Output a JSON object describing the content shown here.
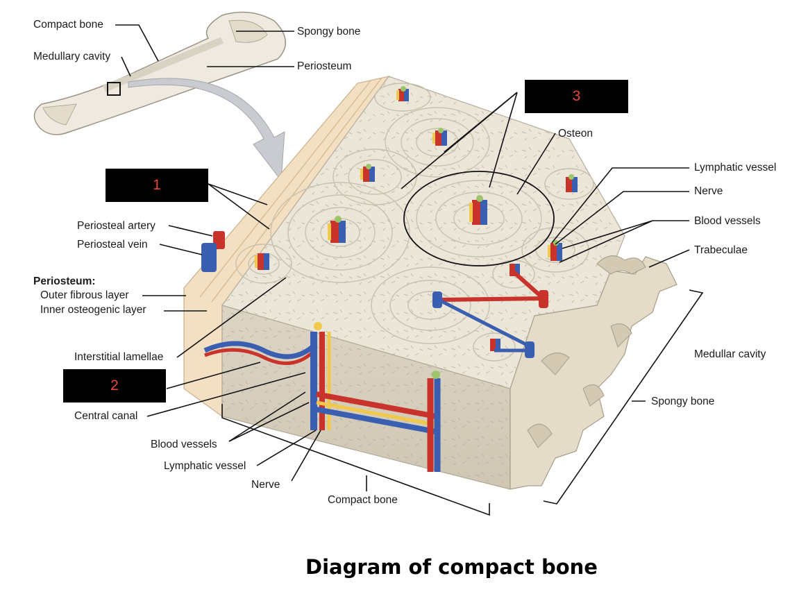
{
  "caption": "Diagram of compact bone",
  "labels": {
    "compact_bone_top": "Compact bone",
    "medullary_cavity": "Medullary cavity",
    "spongy_bone_top": "Spongy bone",
    "periosteum_top": "Periosteum",
    "osteon": "Osteon",
    "lymphatic_vessel_right": "Lymphatic vessel",
    "nerve_right": "Nerve",
    "blood_vessels_right": "Blood vessels",
    "trabeculae": "Trabeculae",
    "medullar_cavity": "Medullar cavity",
    "spongy_bone_bottom": "Spongy bone",
    "periosteal_artery": "Periosteal artery",
    "periosteal_vein": "Periosteal vein",
    "periosteum_heading": "Periosteum:",
    "outer_fibrous_layer": "Outer fibrous layer",
    "inner_osteogenic_layer": "Inner osteogenic layer",
    "interstitial_lamellae": "Interstitial lamellae",
    "central_canal": "Central canal",
    "blood_vessels_bottom": "Blood vessels",
    "lymphatic_vessel_bottom": "Lymphatic vessel",
    "nerve_bottom": "Nerve",
    "compact_bone_bottom": "Compact bone"
  },
  "answer_boxes": [
    {
      "number": "1"
    },
    {
      "number": "2"
    },
    {
      "number": "3"
    }
  ],
  "colors": {
    "artery": "#c8342c",
    "vein": "#3a5fb0",
    "lymphatic": "#9cc46a",
    "nerve": "#f0c84a",
    "bone": "#ece6d8",
    "periosteum": "#f3dfc2",
    "box_text": "#e8473c"
  }
}
